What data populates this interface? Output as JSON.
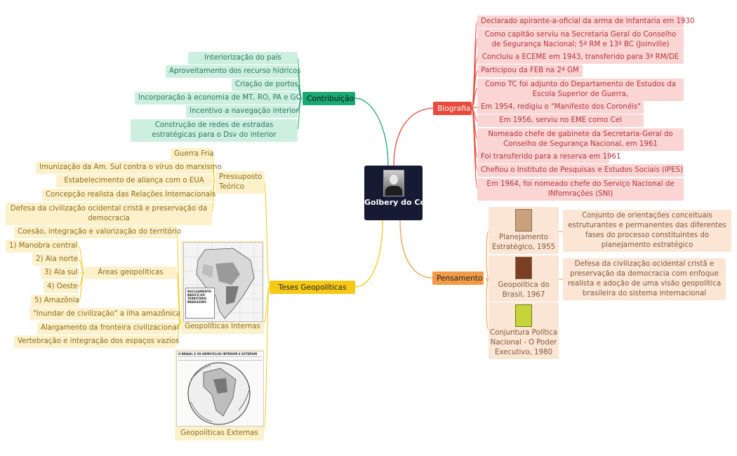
{
  "center": {
    "title": "Golbery do Couto e Silva",
    "photo_icon": "portrait-photo"
  },
  "branches": {
    "biografia": "Biografia",
    "contribuicao": "Contribuição",
    "teses": "Teses Geopolíticas",
    "pensamento": "Pensamento"
  },
  "biografia": [
    "Declarado apirante-a-oficial da arma de Infantaria em 1930",
    "Como capitão serviu na Secretaria Geral do Conselho de Segurança Nacional; 5ª RM e 13º BC (Joinville)",
    "Concluiu a ECEME em 1943, transferido para 3ª RM/DE",
    "Participou da FEB na 2ª GM",
    "Como TC foi adjunto do Departamento de Estudos da Escola Superior de Guerra,",
    "Em 1954, redigiu o \"Manifesto dos Coronéis\"",
    "Em 1956, serviu no EME como Cel",
    "Nomeado chefe de gabinete da Secretaria-Geral do Conselho de Segurança Nacional, em 1961",
    "Foi transferido para a reserva em 1961",
    "Chefiou o Instituto de Pesquisas e Estudos Sociais (IPES)",
    "Em 1964, foi nomeado chefe do Serviço  Nacional de INfomrações (SNI)"
  ],
  "contribuicao": [
    "Interiorização do país",
    "Aproveitamento dos recurso hídricos",
    "Criação de portos",
    "Incorporação à economia de MT, RO, PA e GO",
    "Incentivo a navegação interior",
    "Construção de redes de estradas estratégicas para o Dsv do interior"
  ],
  "pressuposto": {
    "label": "Pressuposto Teórico",
    "items": [
      "Guerra Fria",
      "Imunização da Am. Sul contra o vírus do marxismo",
      "Estabelecimento de aliança com o EUA",
      "Concepção realista das Relações Internacionais",
      "Defesa da civilização ocidental cristã e preservação da democracia"
    ]
  },
  "internas": {
    "label": "Geopolíticas Internas",
    "map_caption": "NUCLEAMENTO BÁSICO DO TERRITÓRIO BRASILEIRO",
    "coesao": "Coesão, integração e valorização do território",
    "areas_label": "Áreas geopolíticas",
    "areas": [
      "1) Manobra central",
      "2) Ala norte",
      "3) Ala sul",
      "4) Oeste",
      "5) Amazônia"
    ],
    "items": [
      "\"Inundar de civilização\" a ilha amazônica",
      "Alargamento da fronteira civilizacional",
      "Vertebração e integração dos espaços vazios"
    ]
  },
  "externas": {
    "label": "Geopolíticas Externas",
    "map_caption": "O BRASIL E OS HEMICÍCLOS INTERIOR E EXTERIOR"
  },
  "pensamento": [
    {
      "book": "Planejamento Estratégico, 1955",
      "desc": "Conjunto de orientações conceituais estruturantes e permanentes das diferentes fases do processo constituintes do planejamento estratégico"
    },
    {
      "book": "Geopolítica do Brasil, 1967",
      "desc": "Defesa da civilização ocidental cristã e preservação da democracia com enfoque realista e adoção de uma visão geopolítica brasileira do sistema internacional"
    },
    {
      "book": "Conjuntura Política Nacional - O Poder Executivo, 1980",
      "desc": ""
    }
  ],
  "colors": {
    "red": "#e84a3b",
    "green": "#19a974",
    "yellow": "#f6c915",
    "orange": "#f29b46",
    "center": "#161b33"
  }
}
